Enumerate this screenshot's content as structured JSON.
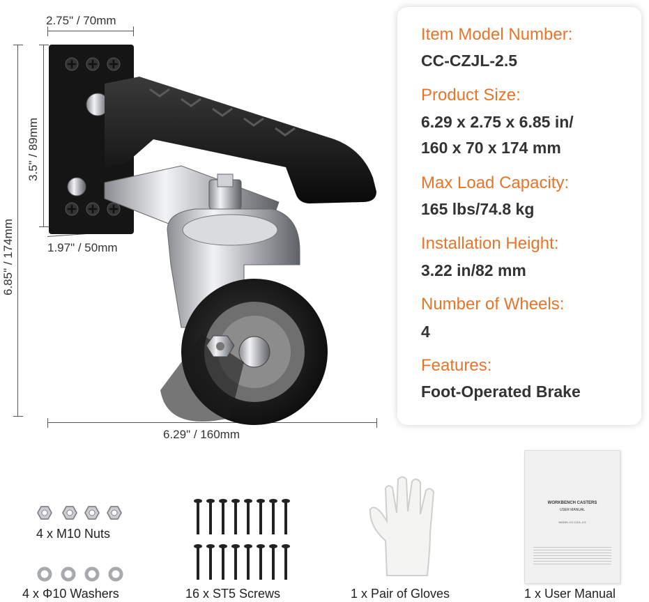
{
  "dimensions": {
    "top_width": "2.75\" / 70mm",
    "plate_height": "3.5\" / 89mm",
    "total_height": "6.85\" / 174mm",
    "plate_width": "1.97\" / 50mm",
    "total_length": "6.29\" / 160mm"
  },
  "specs": [
    {
      "label": "Item Model Number:",
      "value": "CC-CZJL-2.5"
    },
    {
      "label": "Product Size:",
      "value": "6.29 x 2.75 x 6.85 in/",
      "value2": "160 x 70 x 174 mm"
    },
    {
      "label": "Max Load Capacity:",
      "value": "165 lbs/74.8 kg"
    },
    {
      "label": "Installation Height:",
      "value": "3.22 in/82 mm"
    },
    {
      "label": "Number of Wheels:",
      "value": "4"
    },
    {
      "label": "Features:",
      "value": "Foot-Operated Brake"
    }
  ],
  "accessories": {
    "nuts": "4 x M10 Nuts",
    "washers": "4 x Φ10 Washers",
    "screws": "16 x ST5 Screws",
    "gloves": "1 x Pair of Gloves",
    "manual": "1 x User Manual"
  },
  "manual_cover": {
    "title": "WORKBENCH CASTERS",
    "subtitle": "USER MANUAL",
    "model": "MODEL:CC-CZJL-2.5"
  },
  "colors": {
    "accent": "#e8742a",
    "text": "#333333"
  }
}
